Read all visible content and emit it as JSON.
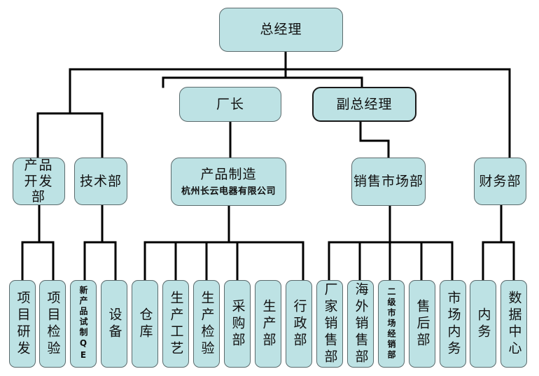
{
  "colors": {
    "box_fill": "#bde2e4",
    "box_border": "#5a6a6c",
    "line": "#000000"
  },
  "root": {
    "label": "总经理"
  },
  "level1": {
    "factory_director": {
      "label": "厂长"
    },
    "deputy_gm": {
      "label": "副总经理"
    }
  },
  "departments": {
    "product_dev": {
      "label": "产品开发部"
    },
    "tech": {
      "label": "技术部"
    },
    "manufacturing": {
      "label": "产品制造",
      "sublabel": "杭州长云电器有限公司"
    },
    "sales_marketing": {
      "label": "销售市场部"
    },
    "finance": {
      "label": "财务部"
    }
  },
  "units": {
    "product_dev": [
      {
        "label": "项目研发"
      },
      {
        "label": "项目检验"
      }
    ],
    "tech": [
      {
        "label": "新产品试制QE"
      },
      {
        "label": "设备"
      }
    ],
    "manufacturing": [
      {
        "label": "仓库"
      },
      {
        "label": "生产工艺"
      },
      {
        "label": "生产检验"
      },
      {
        "label": "采购部"
      },
      {
        "label": "生产部"
      },
      {
        "label": "行政部"
      }
    ],
    "sales_marketing": [
      {
        "label": "厂家销售部"
      },
      {
        "label": "海外销售部"
      },
      {
        "label": "二级市场经销部"
      },
      {
        "label": "售后部"
      },
      {
        "label": "市场内务"
      }
    ],
    "finance": [
      {
        "label": "内务"
      },
      {
        "label": "数据中心"
      }
    ]
  }
}
